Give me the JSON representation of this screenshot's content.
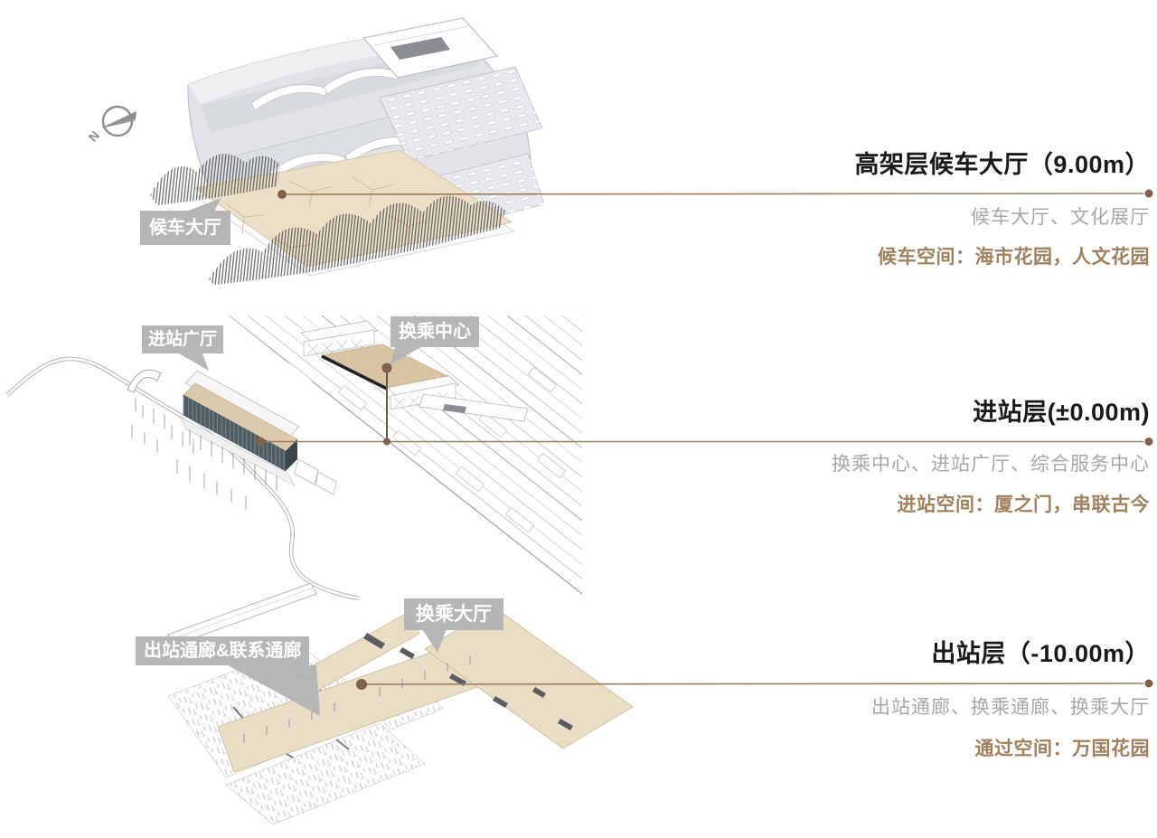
{
  "north": {
    "label": "N"
  },
  "levels": [
    {
      "title": "高架层候车大厅（9.00m）",
      "subtitle": "候车大厅、文化展厅",
      "highlight": "候车空间：海市花园，人文花园",
      "tags": [
        "候车大厅"
      ]
    },
    {
      "title": "进站层(±0.00m)",
      "subtitle": "换乘中心、进站广厅、综合服务中心",
      "highlight": "进站空间：厦之门，串联古今",
      "tags": [
        "进站广厅",
        "换乘中心"
      ]
    },
    {
      "title": "出站层（-10.00m）",
      "subtitle": "出站通廊、换乘通廊、换乘大厅",
      "highlight": "通过空间：万国花园",
      "tags": [
        "出站通廊&联系通廊",
        "换乘大厅"
      ]
    }
  ],
  "colors": {
    "leader_line": "#9b7c5d",
    "leader_dot": "#80614a",
    "title_text": "#1a1a1a",
    "subtitle_text": "#a8a8a8",
    "highlight_text": "#a0815f",
    "tag_background": "#b3b3b3",
    "tag_text": "#ffffff",
    "floor_highlight": "#e9dcc2",
    "facade_accent": "#4d5c63"
  }
}
